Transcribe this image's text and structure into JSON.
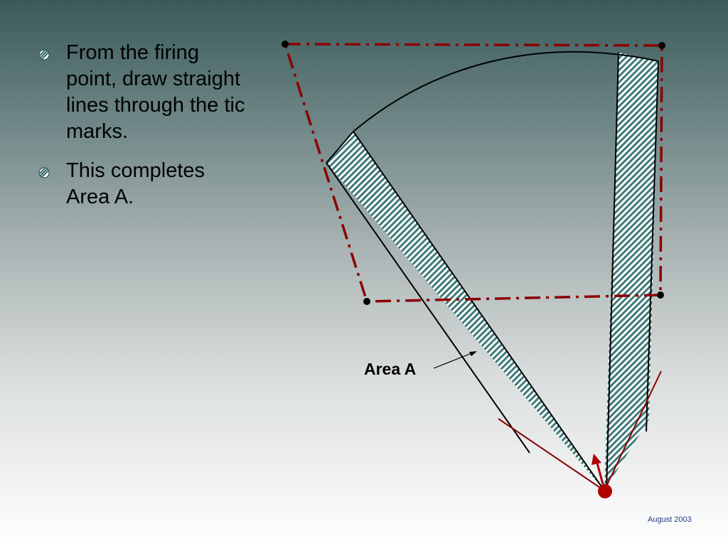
{
  "slide": {
    "bullets": [
      {
        "text": "From the firing point, draw straight lines through the tic marks."
      },
      {
        "text": "This completes Area A."
      }
    ],
    "footer_date": "August 2003"
  },
  "diagram": {
    "area_label": "Area A",
    "colors": {
      "boundary": "#8b0000",
      "hatch": "#3f7a78",
      "firing_point": "#b00000",
      "lines": "#000000"
    },
    "icons": [
      "bullet-hatch-icon",
      "firing-point-icon",
      "direction-arrow-icon"
    ]
  }
}
